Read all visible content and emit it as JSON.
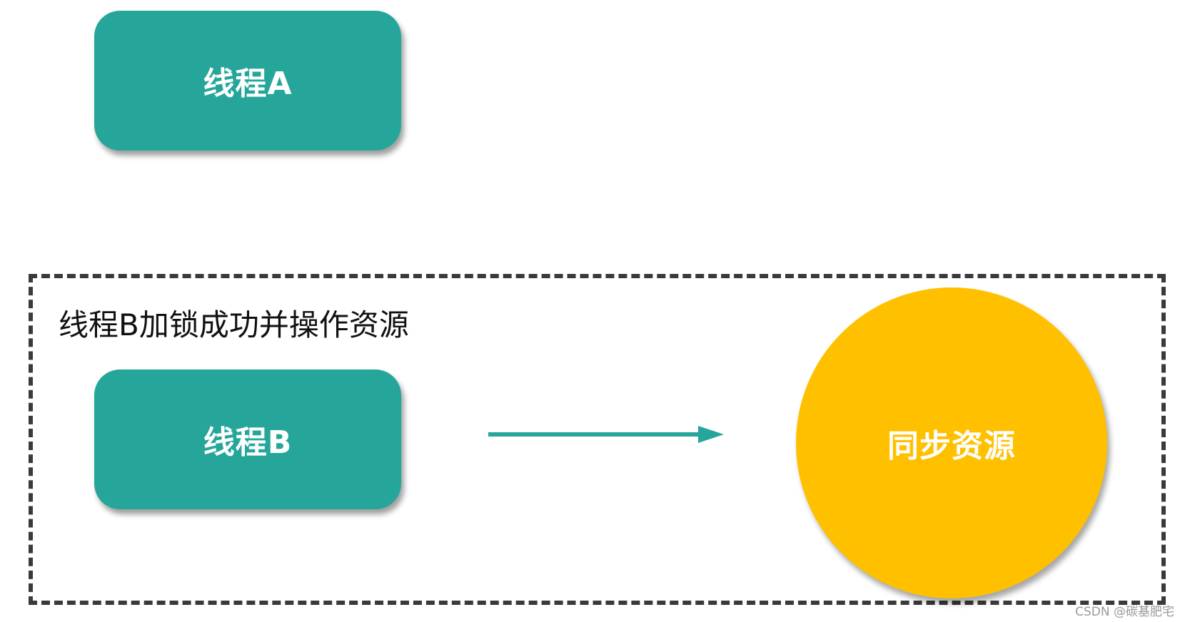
{
  "thread_a": {
    "label": "线程A"
  },
  "lock_region": {
    "caption": "线程B加锁成功并操作资源"
  },
  "thread_b": {
    "label": "线程B"
  },
  "resource": {
    "label": "同步资源"
  },
  "watermark": "CSDN @碳基肥宅",
  "colors": {
    "thread": "#26a69a",
    "resource": "#ffc000",
    "arrow": "#26a69a",
    "border": "#3a3a3a"
  }
}
